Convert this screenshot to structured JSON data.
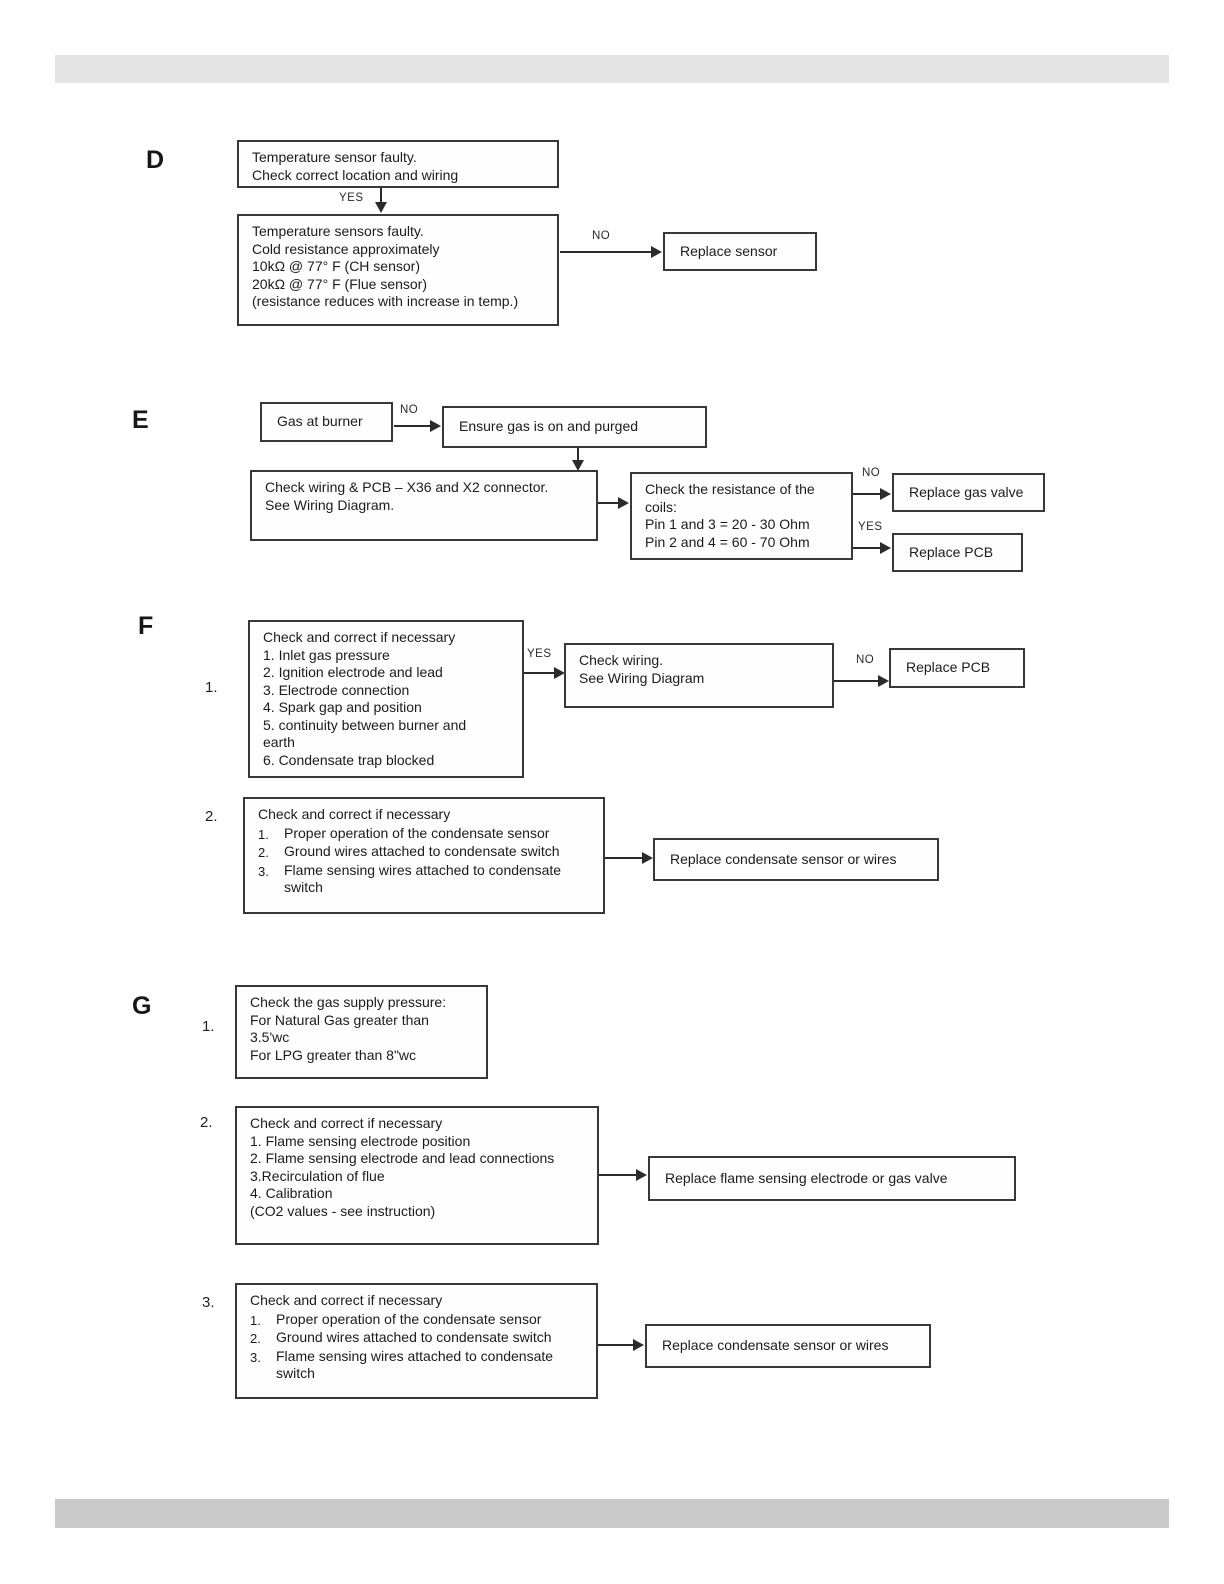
{
  "bars": {
    "top_color": "#e4e4e4",
    "bottom_color": "#c9c9c9"
  },
  "sections": {
    "d": {
      "label": "D",
      "start_box_lines": [
        "Temperature sensor faulty.",
        "Check correct location and wiring"
      ],
      "yes_label": "YES",
      "detail_box_lines": [
        "Temperature sensors faulty.",
        "Cold resistance approximately",
        "10kΩ @ 77° F (CH sensor)",
        "20kΩ @ 77° F (Flue sensor)",
        "(resistance reduces with increase in temp.)"
      ],
      "no_label": "NO",
      "replace_sensor": "Replace sensor"
    },
    "e": {
      "label": "E",
      "gas_box": "Gas at burner",
      "no_label1": "NO",
      "ensure_box": "Ensure gas is on and purged",
      "wiring_box_lines": [
        "Check wiring & PCB – X36 and X2 connector.",
        "See Wiring Diagram."
      ],
      "resistance_box_lines": [
        "Check the resistance of the",
        "coils:",
        "Pin 1 and 3 = 20 - 30 Ohm",
        "Pin 2 and 4 = 60 - 70 Ohm"
      ],
      "no_label2": "NO",
      "replace_gas_valve": "Replace gas valve",
      "yes_label": "YES",
      "replace_pcb": "Replace PCB"
    },
    "f": {
      "label": "F",
      "item1_num": "1.",
      "check_box1_lines": [
        "Check and correct if necessary",
        "1. Inlet gas pressure",
        "2. Ignition electrode and lead",
        "3. Electrode connection",
        "4. Spark gap and position",
        "5. continuity between burner and",
        "earth",
        "6. Condensate trap blocked"
      ],
      "yes_label": "YES",
      "wiring_box_lines": [
        "Check wiring.",
        "See Wiring Diagram"
      ],
      "no_label": "NO",
      "replace_pcb": "Replace PCB",
      "item2_num": "2.",
      "check_box2_header": "Check and correct if necessary",
      "check_box2_items": [
        {
          "num": "1.",
          "text": "Proper operation of the condensate sensor"
        },
        {
          "num": "2.",
          "text": "Ground wires attached to condensate switch"
        },
        {
          "num": "3.",
          "text": "Flame sensing wires attached to condensate switch"
        }
      ],
      "replace_condensate": "Replace condensate sensor or wires"
    },
    "g": {
      "label": "G",
      "item1_num": "1.",
      "pressure_box_lines": [
        "Check the gas supply pressure:",
        "For Natural Gas greater than",
        "3.5'wc",
        "For LPG greater than 8\"wc"
      ],
      "item2_num": "2.",
      "check_box2_lines": [
        "Check and correct if necessary",
        "1. Flame sensing electrode position",
        "2. Flame sensing electrode and lead connections",
        "3.Recirculation of flue",
        "4. Calibration",
        "(CO2 values - see instruction)"
      ],
      "replace_flame": "Replace flame sensing electrode or gas valve",
      "item3_num": "3.",
      "check_box3_header": "Check and correct if necessary",
      "check_box3_items": [
        {
          "num": "1.",
          "text": "Proper operation of the condensate sensor"
        },
        {
          "num": "2.",
          "text": "Ground wires attached to condensate switch"
        },
        {
          "num": "3.",
          "text": "Flame sensing wires attached to condensate switch"
        }
      ],
      "replace_condensate": "Replace condensate sensor or wires"
    }
  }
}
